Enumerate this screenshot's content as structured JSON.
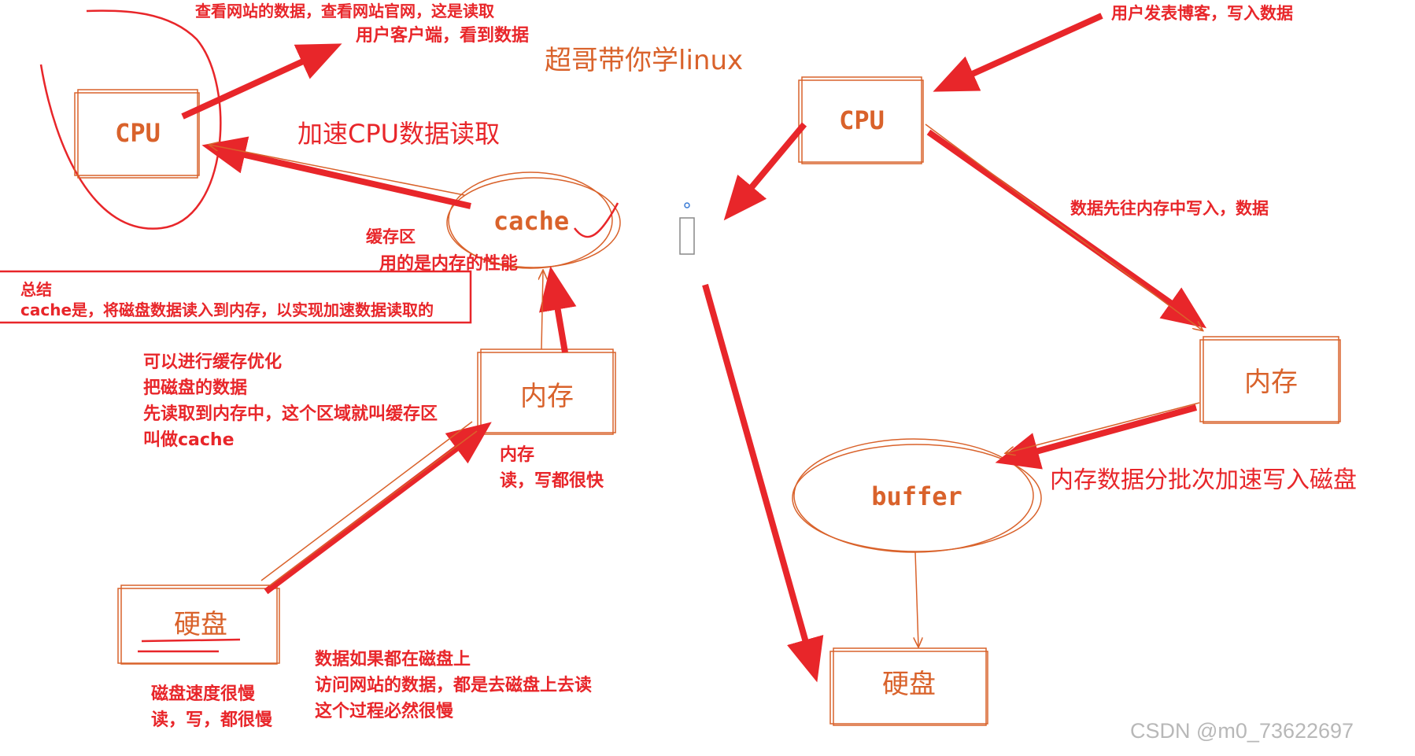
{
  "colors": {
    "accent_red": "#e8262a",
    "sketch_orange": "#d9622b",
    "watermark": "#b8b8b8"
  },
  "header": {
    "title": "超哥带你学linux"
  },
  "left": {
    "cpu_label": "CPU",
    "cache_label": "cache",
    "memory_label": "内存",
    "disk_label": "硬盘",
    "note_view_site": "查看网站的数据，查看网站官网，这是读取",
    "note_user_client": "用户客户端，看到数据",
    "note_speed_cpu": "加速CPU数据读取",
    "note_buffer_zone": "缓存区",
    "note_uses_memory": "用的是内存的性能",
    "summary_title": "总结",
    "summary_text": "cache是，将磁盘数据读入到内存，以实现加速数据读取的",
    "cache_optimize_lines": [
      "可以进行缓存优化",
      "把磁盘的数据",
      "先读取到内存中，这个区域就叫缓存区",
      "叫做cache"
    ],
    "memory_fast_lines": [
      "内存",
      "读，写都很快"
    ],
    "disk_site_lines": [
      "数据如果都在磁盘上",
      "访问网站的数据，都是去磁盘上去读",
      "这个过程必然很慢"
    ],
    "disk_slow_lines": [
      "磁盘速度很慢",
      "读，写，都很慢"
    ]
  },
  "right": {
    "cpu_label": "CPU",
    "memory_label": "内存",
    "buffer_label": "buffer",
    "disk_label": "硬盘",
    "note_user_blog": "用户发表博客，写入数据",
    "note_write_first": "数据先往内存中写入，数据",
    "note_batch_write": "内存数据分批次加速写入磁盘"
  },
  "watermark": "CSDN @m0_73622697"
}
